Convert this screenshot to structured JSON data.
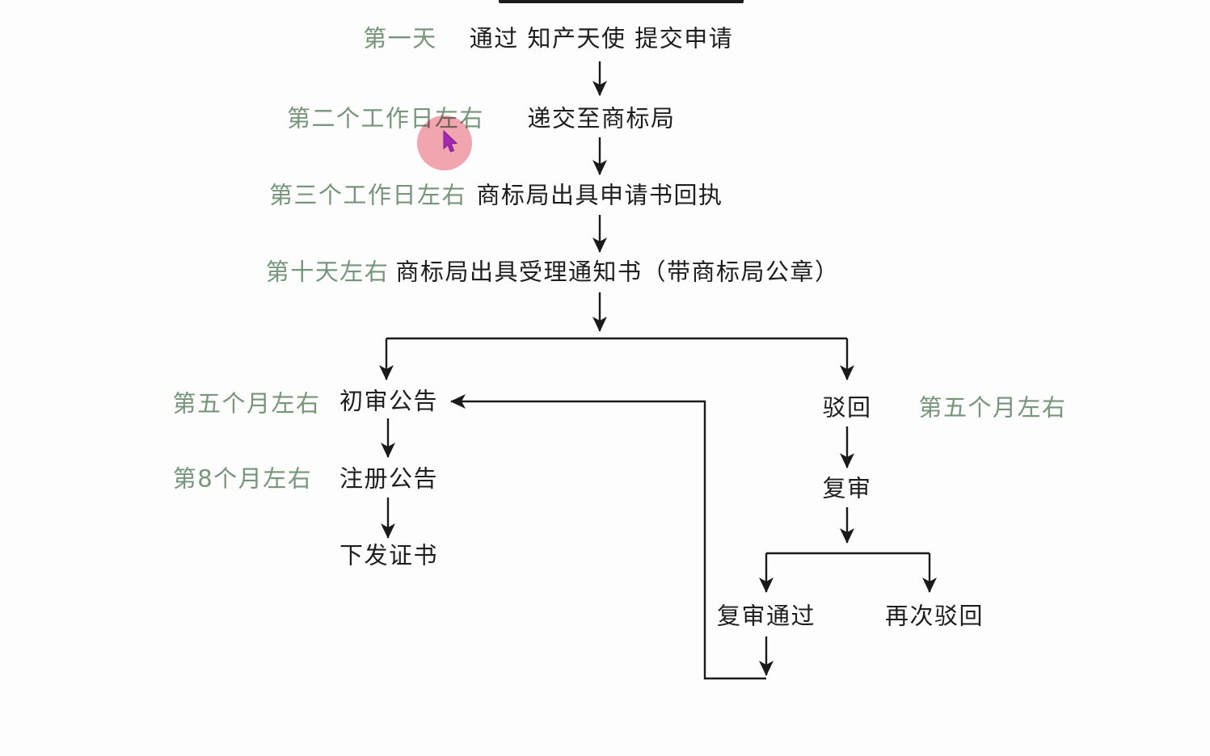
{
  "title": "Trademark application process flowchart",
  "colors": {
    "timeline_green": "#76957a",
    "node_text": "#1e1e1e",
    "line": "#1a1a1a",
    "highlight_pink": "#f3a6b1",
    "cursor_purple": "#a328b4",
    "top_banner": "#1c1c1c",
    "background": "#fdfdfd"
  },
  "timeline_labels": [
    {
      "text": "第一天"
    },
    {
      "text": "第二个工作日左右"
    },
    {
      "text": "第三个工作日左右"
    },
    {
      "text": "第十天左右"
    },
    {
      "text": "第五个月左右"
    },
    {
      "text": "第五个月左右"
    },
    {
      "text": "第8个月左右"
    }
  ],
  "nodes": [
    {
      "text": "通过 知产天使 提交申请"
    },
    {
      "text": "递交至商标局"
    },
    {
      "text": "商标局出具申请书回执"
    },
    {
      "text": "商标局出具受理通知书（带商标局公章）"
    },
    {
      "text": "初审公告"
    },
    {
      "text": "驳回"
    },
    {
      "text": "注册公告"
    },
    {
      "text": "复审"
    },
    {
      "text": "下发证书"
    },
    {
      "text": "复审通过"
    },
    {
      "text": "再次驳回"
    }
  ]
}
